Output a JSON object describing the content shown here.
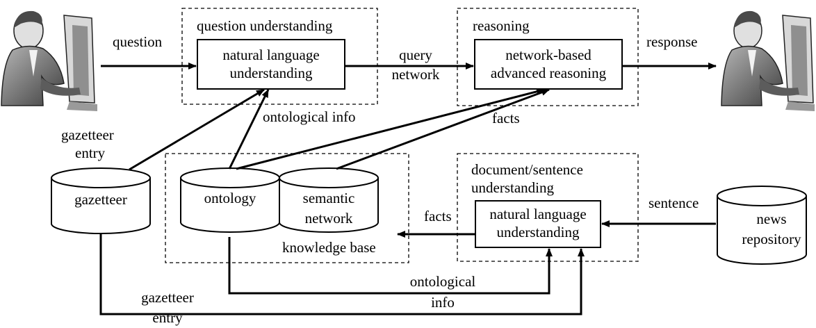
{
  "labels": {
    "question": "question",
    "question_understanding": "question understanding",
    "nlu_top_1": "natural language",
    "nlu_top_2": "understanding",
    "query_1": "query",
    "query_2": "network",
    "reasoning": "reasoning",
    "reasoning_box_1": "network-based",
    "reasoning_box_2": "advanced reasoning",
    "response": "response",
    "ontological_info_top": "ontological info",
    "facts_top": "facts",
    "gazetteer_entry_top_1": "gazetteer",
    "gazetteer_entry_top_2": "entry",
    "gazetteer": "gazetteer",
    "ontology": "ontology",
    "semantic_network_1": "semantic",
    "semantic_network_2": "network",
    "knowledge_base": "knowledge base",
    "facts_bottom": "facts",
    "doc_understanding_1": "document/sentence",
    "doc_understanding_2": "understanding",
    "nlu_bottom_1": "natural language",
    "nlu_bottom_2": "understanding",
    "sentence": "sentence",
    "news_repository_1": "news",
    "news_repository_2": "repository",
    "ontological_info_bottom_1": "ontological",
    "ontological_info_bottom_2": "info",
    "gazetteer_entry_bottom_1": "gazetteer",
    "gazetteer_entry_bottom_2": "entry"
  },
  "icons": {
    "user_left": "person-at-computer-icon",
    "user_right": "person-at-computer-icon"
  }
}
